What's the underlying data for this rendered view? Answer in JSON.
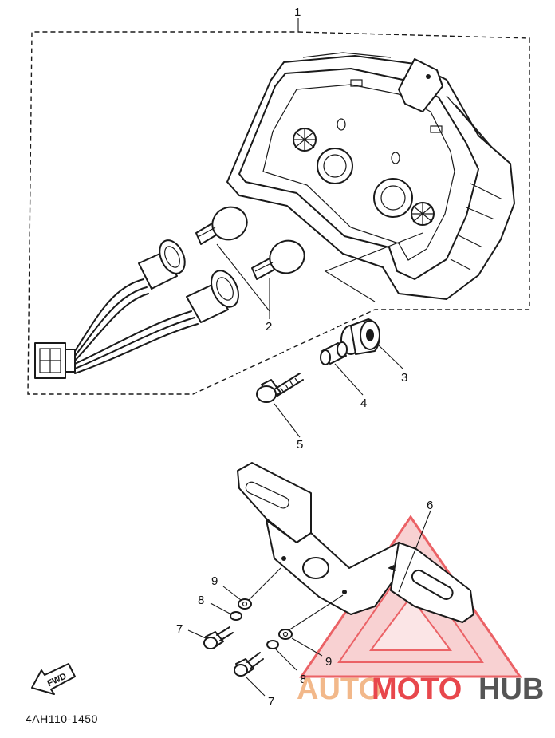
{
  "diagram": {
    "part_code": "4AH110-1450",
    "direction_label": "FWD",
    "callouts": {
      "c1": "1",
      "c2": "2",
      "c3": "3",
      "c4": "4",
      "c5": "5",
      "c6": "6",
      "c7a": "7",
      "c7b": "7",
      "c8a": "8",
      "c8b": "8",
      "c9a": "9",
      "c9b": "9"
    }
  },
  "watermark": {
    "part1": "AUTO",
    "part2": "MOTO",
    "part3": "HUB",
    "colors": {
      "auto": "#f2b88a",
      "moto": "#e8474c",
      "hub": "#555555",
      "triangle": "#e8474c"
    }
  }
}
